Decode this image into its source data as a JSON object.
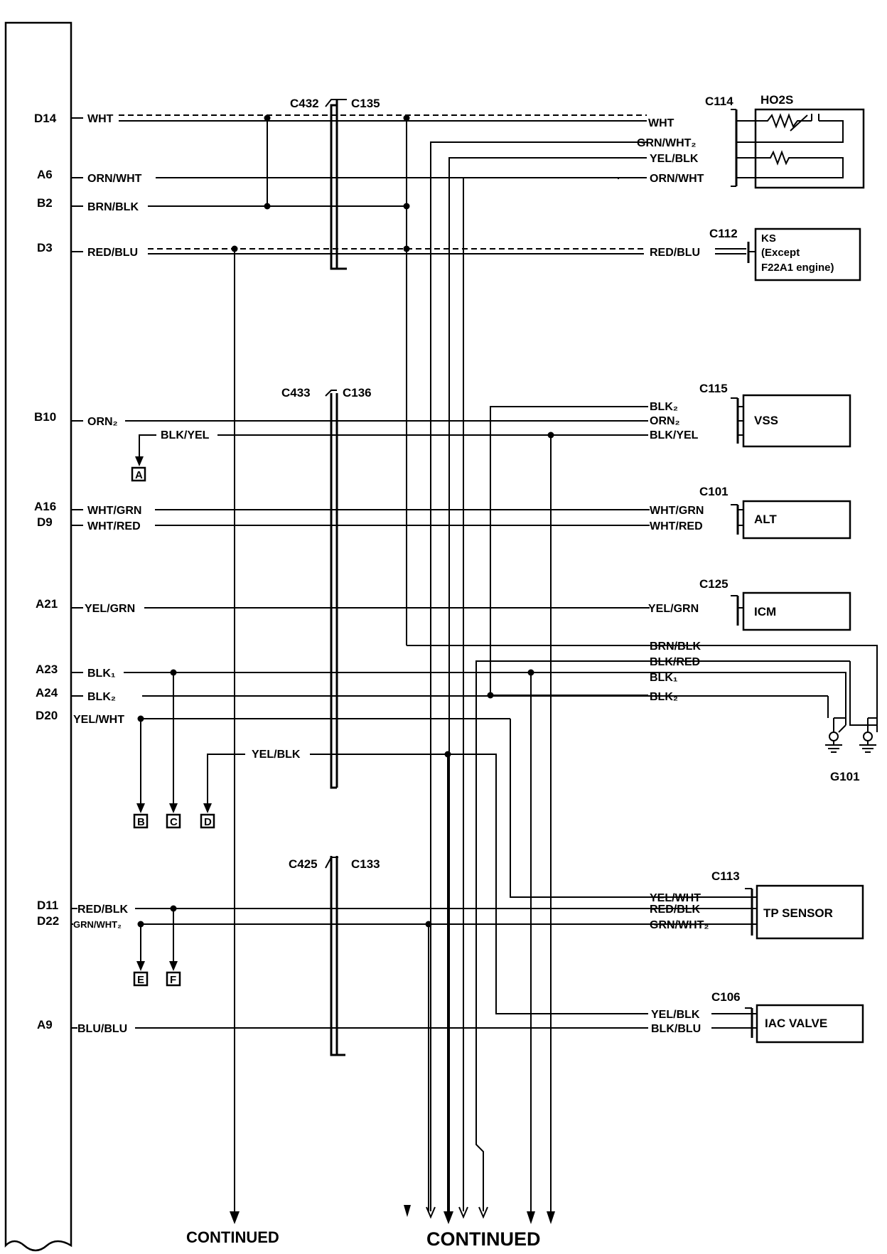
{
  "ecm_pins": [
    "D14",
    "A6",
    "B2",
    "D3",
    "B10",
    "A16",
    "D9",
    "A21",
    "A23",
    "A24",
    "D20",
    "D11",
    "D22",
    "A9"
  ],
  "ecm_wires": [
    "WHT",
    "ORN/WHT",
    "BRN/BLK",
    "RED/BLU",
    "ORN₂",
    "WHT/GRN",
    "WHT/RED",
    "YEL/GRN",
    "BLK₁",
    "BLK₂",
    "YEL/WHT",
    "RED/BLK",
    "GRN/WHT₂",
    "BLU/BLU"
  ],
  "inline_connectors": [
    "C432",
    "C135",
    "C433",
    "C136",
    "C425",
    "C133"
  ],
  "branch_wires": {
    "blk_yel": "BLK/YEL",
    "yel_blk": "YEL/BLK"
  },
  "refs": [
    "A",
    "B",
    "C",
    "D",
    "E",
    "F"
  ],
  "ho2s": {
    "conn": "C114",
    "name": "HO2S",
    "wires": [
      "WHT",
      "GRN/WHT₂",
      "YEL/BLK",
      "ORN/WHT"
    ]
  },
  "ks": {
    "conn": "C112",
    "name": "KS",
    "note1": "(Except",
    "note2": "F22A1 engine)",
    "wire": "RED/BLU"
  },
  "vss": {
    "conn": "C115",
    "name": "VSS",
    "wires": [
      "BLK₂",
      "ORN₂",
      "BLK/YEL"
    ]
  },
  "alt": {
    "conn": "C101",
    "name": "ALT",
    "wires": [
      "WHT/GRN",
      "WHT/RED"
    ]
  },
  "icm": {
    "conn": "C125",
    "name": "ICM",
    "wires": [
      "YEL/GRN"
    ]
  },
  "ground": {
    "name": "G101",
    "wires": [
      "BRN/BLK",
      "BLK/RED",
      "BLK₁",
      "BLK₂"
    ]
  },
  "tp": {
    "conn": "C113",
    "name": "TP SENSOR",
    "wires": [
      "YEL/WHT",
      "RED/BLK",
      "GRN/WHT₂"
    ]
  },
  "iac": {
    "conn": "C106",
    "name": "IAC VALVE",
    "wires": [
      "YEL/BLK",
      "BLK/BLU"
    ]
  },
  "continued": [
    "CONTINUED",
    "CONTINUED"
  ]
}
